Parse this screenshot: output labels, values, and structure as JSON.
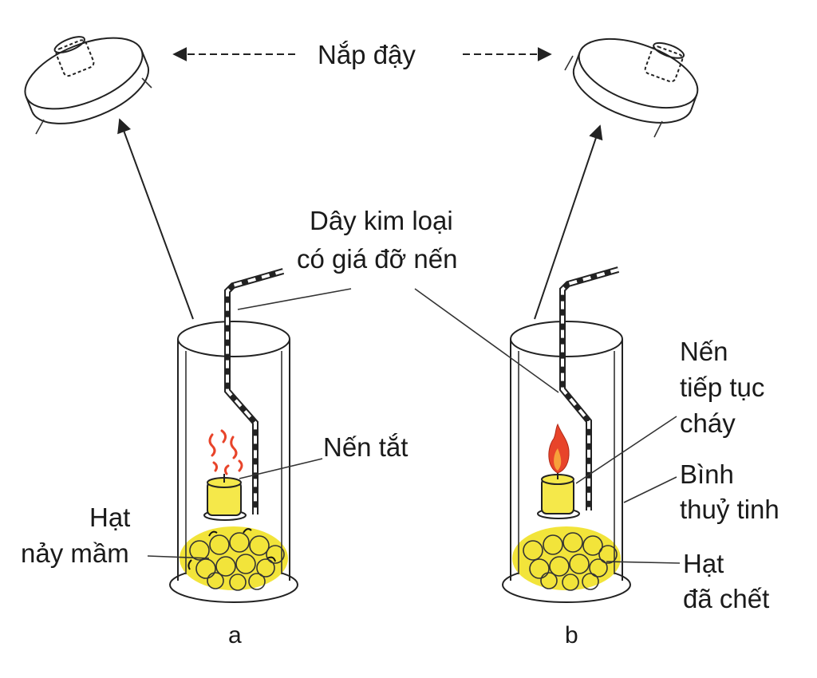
{
  "labels": {
    "lid": "Nắp đậy",
    "wire_line1": "Dây kim loại",
    "wire_line2": "có giá đỡ nến",
    "candle_out": "Nến tắt",
    "candle_burning_line1": "Nến",
    "candle_burning_line2": "tiếp tục",
    "candle_burning_line3": "cháy",
    "jar_line1": "Bình",
    "jar_line2": "thuỷ tinh",
    "germinating_line1": "Hạt",
    "germinating_line2": "nảy mầm",
    "dead_line1": "Hạt",
    "dead_line2": "đã chết",
    "panel_a": "a",
    "panel_b": "b"
  },
  "colors": {
    "seed": "#f2e43a",
    "candle": "#f5e84a",
    "flame": "#e8442a",
    "line": "#222222"
  }
}
